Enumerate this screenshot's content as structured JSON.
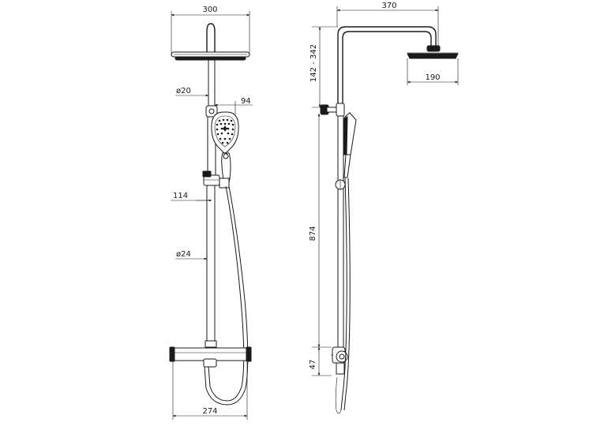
{
  "front_view": {
    "width_top": "300",
    "pipe_diameter_upper": "ø20",
    "handshower_offset": "94",
    "holder_offset": "114",
    "pipe_diameter_lower": "ø24",
    "width_bottom": "274"
  },
  "side_view": {
    "arm_length": "370",
    "height_range": "142 - 342",
    "head_diameter": "190",
    "rail_height": "874",
    "base_height": "47"
  }
}
